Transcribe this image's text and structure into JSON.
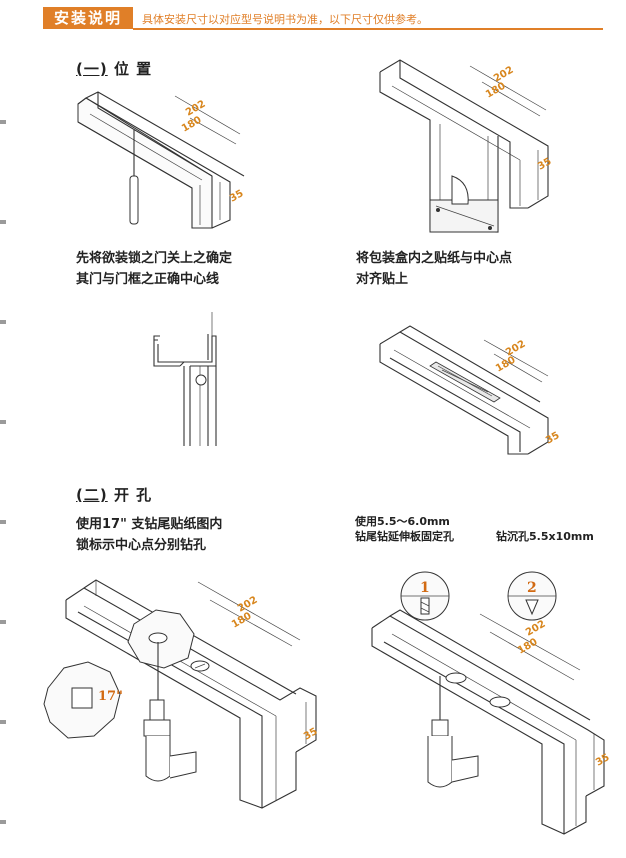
{
  "header": {
    "title": "安装说明",
    "note": "具体安装尺寸以对应型号说明书为准，以下尺寸仅供参考。"
  },
  "section1": {
    "prefix": "(一)",
    "title": "位  置"
  },
  "section2": {
    "prefix": "(二)",
    "title": "开  孔"
  },
  "captions": {
    "step1_line1": "先将欲装锁之门关上之确定",
    "step1_line2": "其门与门框之正确中心线",
    "step2_line1": "将包装盒内之贴纸与中心点",
    "step2_line2": "对齐贴上",
    "step3_line1": "使用17\" 支钻尾贴纸图内",
    "step3_line2": "锁标示中心点分别钻孔",
    "step4_line1": "使用5.5～6.0mm",
    "step4_line2": "钻尾钻延伸板固定孔",
    "step4_line3": "钻沉孔5.5x10mm"
  },
  "dimensions": {
    "d202": "202",
    "d180": "180",
    "d35": "35",
    "hex": "17\""
  },
  "markers": {
    "one": "1",
    "two": "2"
  },
  "colors": {
    "accent": "#e07f28",
    "dimension": "#d8861d"
  }
}
